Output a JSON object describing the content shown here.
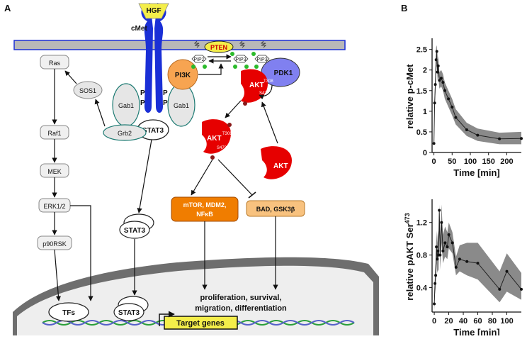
{
  "panel_a": {
    "panel_letter": "A",
    "labels": {
      "hgf": "HGF",
      "cmet": "cMet",
      "pten": "PTEN",
      "pip2": "PIP2",
      "pip3_a": "PIP3",
      "pip3_b": "PIP3",
      "pdk1": "PDK1",
      "pi3k": "PI3K",
      "akt_top": "AKT",
      "akt_mid": "AKT",
      "akt_right": "AKT",
      "t308_top": "T308",
      "s473_top": "S473",
      "t308_mid": "T308",
      "s473_mid": "S473",
      "gab1_left": "Gab1",
      "gab1_right": "Gab1",
      "grb2": "Grb2",
      "sos1": "SOS1",
      "ras": "Ras",
      "raf1": "Raf1",
      "mek": "MEK",
      "erk": "ERK1/2",
      "p90rsk": "p90RSK",
      "stat3_receptor": "STAT3",
      "stat3_cytoplasm": "STAT3",
      "stat3_nucleus": "STAT3",
      "tfs": "TFs",
      "mtor_line1": "mTOR, MDM2,",
      "mtor_line2": "NFκB",
      "bad": "BAD, GSK3β",
      "outcome_line1": "proliferation, survival,",
      "outcome_line2": "migration, differentiation",
      "target_genes": "Target genes",
      "phospho": "P"
    }
  },
  "panel_b": {
    "panel_letter": "B"
  },
  "colors": {
    "receptor": "#1a2fd6",
    "hgf": "#f4ee4a",
    "membrane": "#b8b8b8",
    "akt": "#e60000",
    "pi3k": "#f7a451",
    "pdk1": "#8080f0",
    "gab": "#e6e6e6",
    "gab_border": "#1c7a72",
    "mtor_box": "#f07d00",
    "bad_box": "#f8c27f",
    "nucleus": "#6e6e6e",
    "pten": "#f4ee4a",
    "phospho_dot": "#2bbb2b",
    "band": "#8a8a8a"
  },
  "chart_data": [
    {
      "type": "line",
      "xlabel": "Time [min]",
      "ylabel": "relative p-cMet",
      "xlim": [
        -5,
        240
      ],
      "ylim": [
        0,
        2.7
      ],
      "xticks": [
        0,
        50,
        100,
        150,
        200
      ],
      "yticks": [
        0,
        0.5,
        1.0,
        1.5,
        2.0,
        2.5
      ],
      "ytick_labels": [
        "0",
        "0.5",
        "1",
        "1.5",
        "2",
        "2.5"
      ],
      "x": [
        0,
        2,
        4,
        6,
        8,
        10,
        12,
        15,
        20,
        25,
        30,
        40,
        50,
        60,
        90,
        120,
        180,
        240
      ],
      "y": [
        0.22,
        1.2,
        1.65,
        2.25,
        2.45,
        1.95,
        2.1,
        1.75,
        1.8,
        1.7,
        1.5,
        1.3,
        1.1,
        0.85,
        0.55,
        0.42,
        0.33,
        0.34
      ],
      "lower": [
        0.15,
        1.0,
        1.4,
        1.9,
        2.15,
        1.75,
        1.85,
        1.55,
        1.6,
        1.5,
        1.3,
        1.1,
        0.9,
        0.68,
        0.4,
        0.28,
        0.2,
        0.2
      ],
      "upper": [
        0.3,
        1.4,
        1.9,
        2.55,
        2.6,
        2.2,
        2.35,
        1.95,
        2.0,
        1.9,
        1.7,
        1.5,
        1.3,
        1.05,
        0.72,
        0.58,
        0.48,
        0.5
      ],
      "grid": false
    },
    {
      "type": "line",
      "xlabel": "Time [min]",
      "ylabel": "relative pAKT Ser473",
      "xlim": [
        -3,
        120
      ],
      "ylim": [
        0.1,
        1.45
      ],
      "xticks": [
        0,
        20,
        40,
        60,
        80,
        100
      ],
      "yticks": [
        0.4,
        0.8,
        1.2
      ],
      "ytick_labels": [
        "0.4",
        "0.8",
        "1.2"
      ],
      "x": [
        0,
        1,
        2,
        3,
        4,
        5,
        6,
        7,
        8,
        10,
        12,
        15,
        18,
        20,
        25,
        30,
        35,
        45,
        60,
        90,
        100,
        120
      ],
      "y": [
        0.2,
        0.45,
        0.55,
        0.9,
        0.75,
        0.85,
        0.8,
        1.35,
        0.8,
        1.2,
        0.85,
        0.95,
        0.9,
        1.05,
        0.95,
        0.65,
        0.75,
        0.72,
        0.7,
        0.38,
        0.6,
        0.38
      ],
      "lower": [
        0.12,
        0.32,
        0.4,
        0.7,
        0.58,
        0.62,
        0.6,
        1.1,
        0.62,
        0.95,
        0.7,
        0.78,
        0.75,
        0.88,
        0.82,
        0.55,
        0.6,
        0.55,
        0.5,
        0.22,
        0.35,
        0.25
      ],
      "upper": [
        0.3,
        0.6,
        0.72,
        1.1,
        0.95,
        1.1,
        1.02,
        1.42,
        1.0,
        1.42,
        1.05,
        1.15,
        1.08,
        1.2,
        1.08,
        0.78,
        0.92,
        0.95,
        0.95,
        0.6,
        0.82,
        0.58
      ],
      "grid": false
    }
  ]
}
